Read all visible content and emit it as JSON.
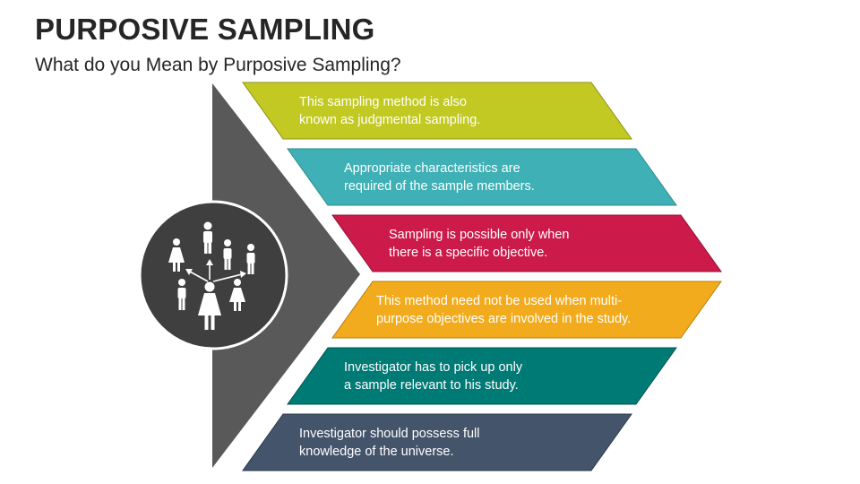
{
  "header": {
    "title": "PURPOSIVE SAMPLING",
    "subtitle": "What do you Mean by Purposive Sampling?"
  },
  "diagram": {
    "icon": "people-network-icon",
    "colors": {
      "arrow": "#595959",
      "circle": "#3f3f3f",
      "band_1": "#c2c922",
      "band_2": "#3fb0b5",
      "band_3": "#cc1a4a",
      "band_4": "#f2ab1c",
      "band_5": "#007a75",
      "band_6": "#44546a"
    },
    "bands": [
      {
        "line1": "This sampling method is also",
        "line2": "known as judgmental sampling."
      },
      {
        "line1": "Appropriate characteristics are",
        "line2": "required of the sample members."
      },
      {
        "line1": "Sampling is possible only when",
        "line2": "there is a specific objective."
      },
      {
        "line1": "This method need not be used when multi-",
        "line2": "purpose objectives are involved in the study."
      },
      {
        "line1": "Investigator has to pick up only",
        "line2": "a sample relevant to his study."
      },
      {
        "line1": "Investigator should possess full",
        "line2": "knowledge of the universe."
      }
    ]
  }
}
